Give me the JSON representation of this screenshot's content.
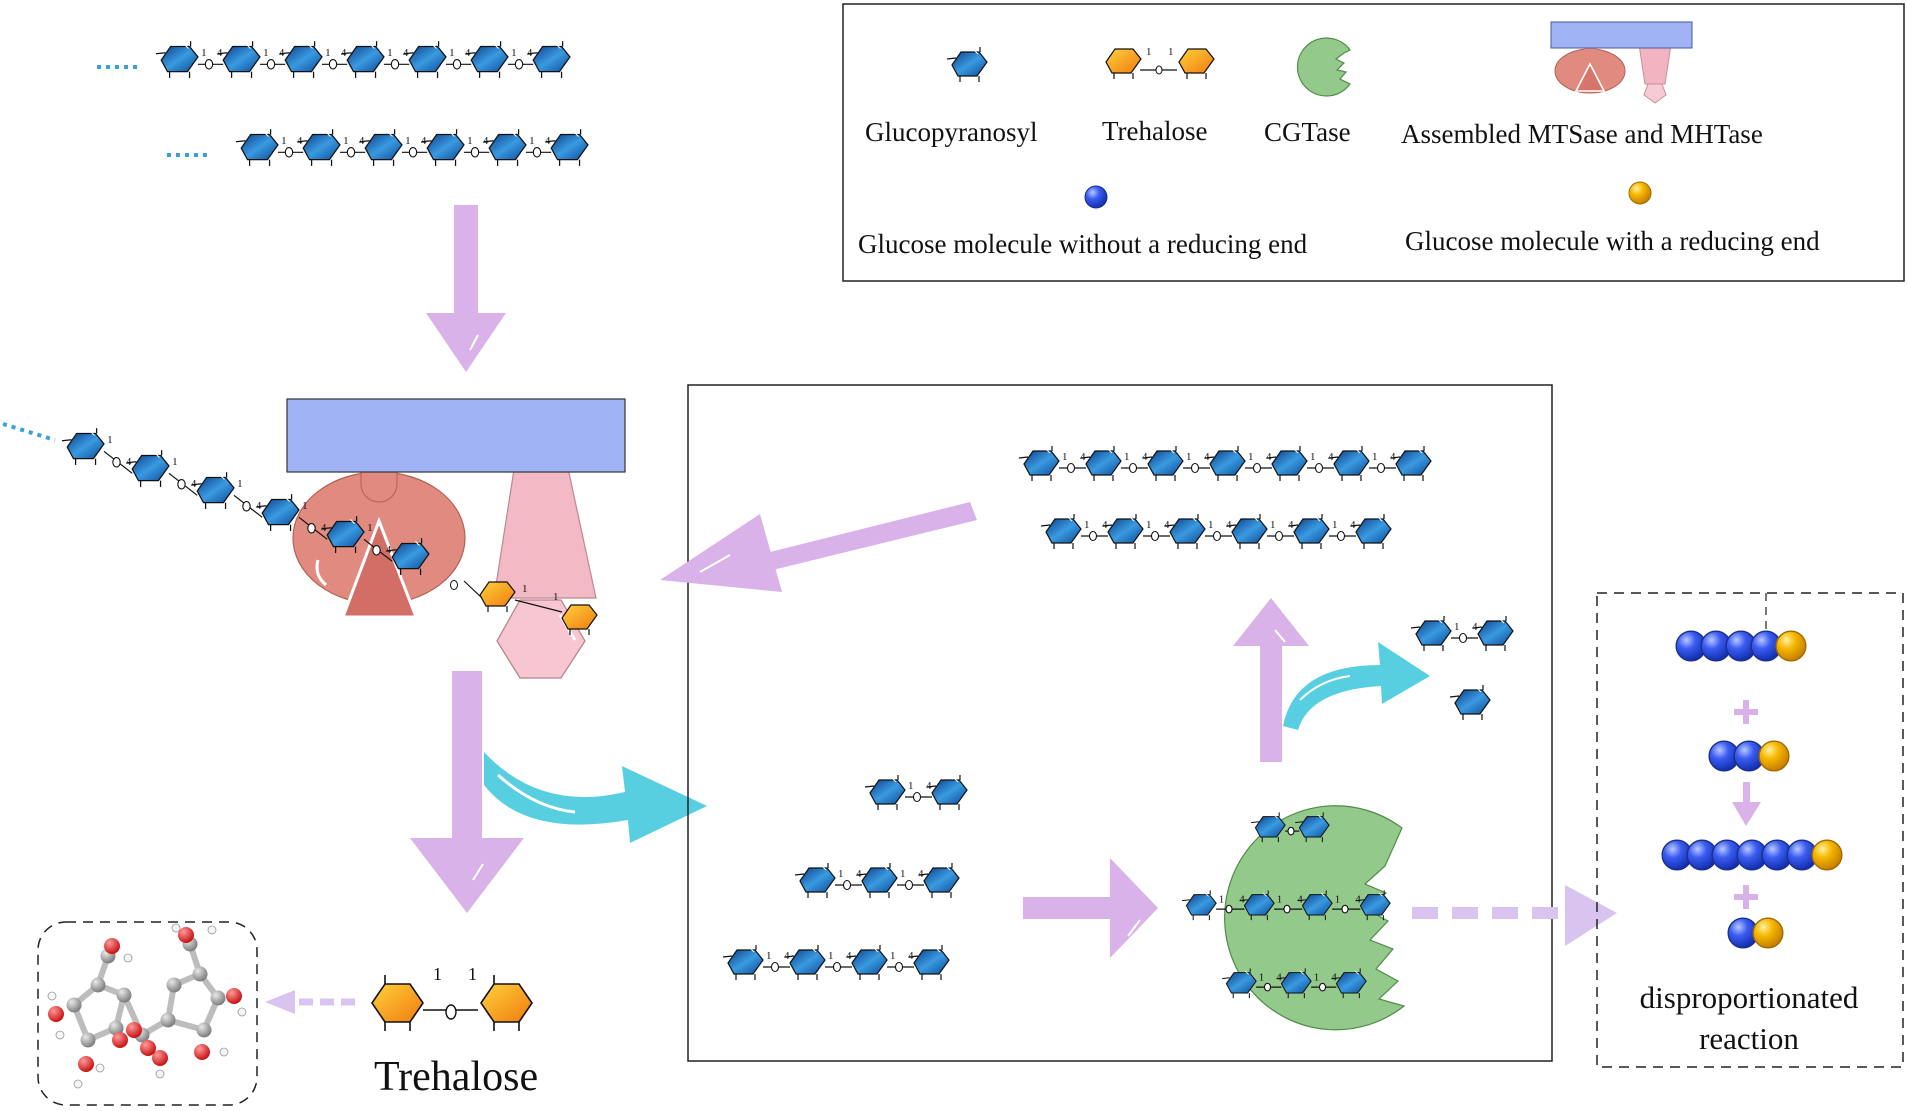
{
  "legend": {
    "glucopyranosyl": "Glucopyranosyl",
    "trehalose": "Trehalose",
    "cgtase": "CGTase",
    "assembled": "Assembled MTSase and MHTase",
    "glucose_no_reducing": "Glucose molecule without a reducing end",
    "glucose_reducing": "Glucose molecule with a reducing end"
  },
  "labels": {
    "trehalose_product": "Trehalose",
    "disproportionated_line1": "disproportionated",
    "disproportionated_line2": "reaction"
  },
  "linkage": {
    "one": "1",
    "four": "4"
  },
  "colors": {
    "glucose_blue": "#2a7fc9",
    "trehalose_orange": "#f4a01c",
    "cgtase_green": "#93c98a",
    "mtsase_blue": "#9fb3f5",
    "mtsase_red": "#e08a80",
    "mhtase_pink": "#f2b4c0",
    "arrow_violet": "#d8b2e8",
    "arrow_cyan": "#58cfe0",
    "sphere_blue": "#3355dd",
    "sphere_yellow": "#f0b000"
  },
  "icons": [
    "glucopyranosyl-ring-icon",
    "trehalose-icon",
    "cgtase-enzyme-icon",
    "mtsase-mhtase-icon",
    "blue-sphere-icon",
    "yellow-sphere-icon",
    "trehalose-3d-model-icon"
  ]
}
